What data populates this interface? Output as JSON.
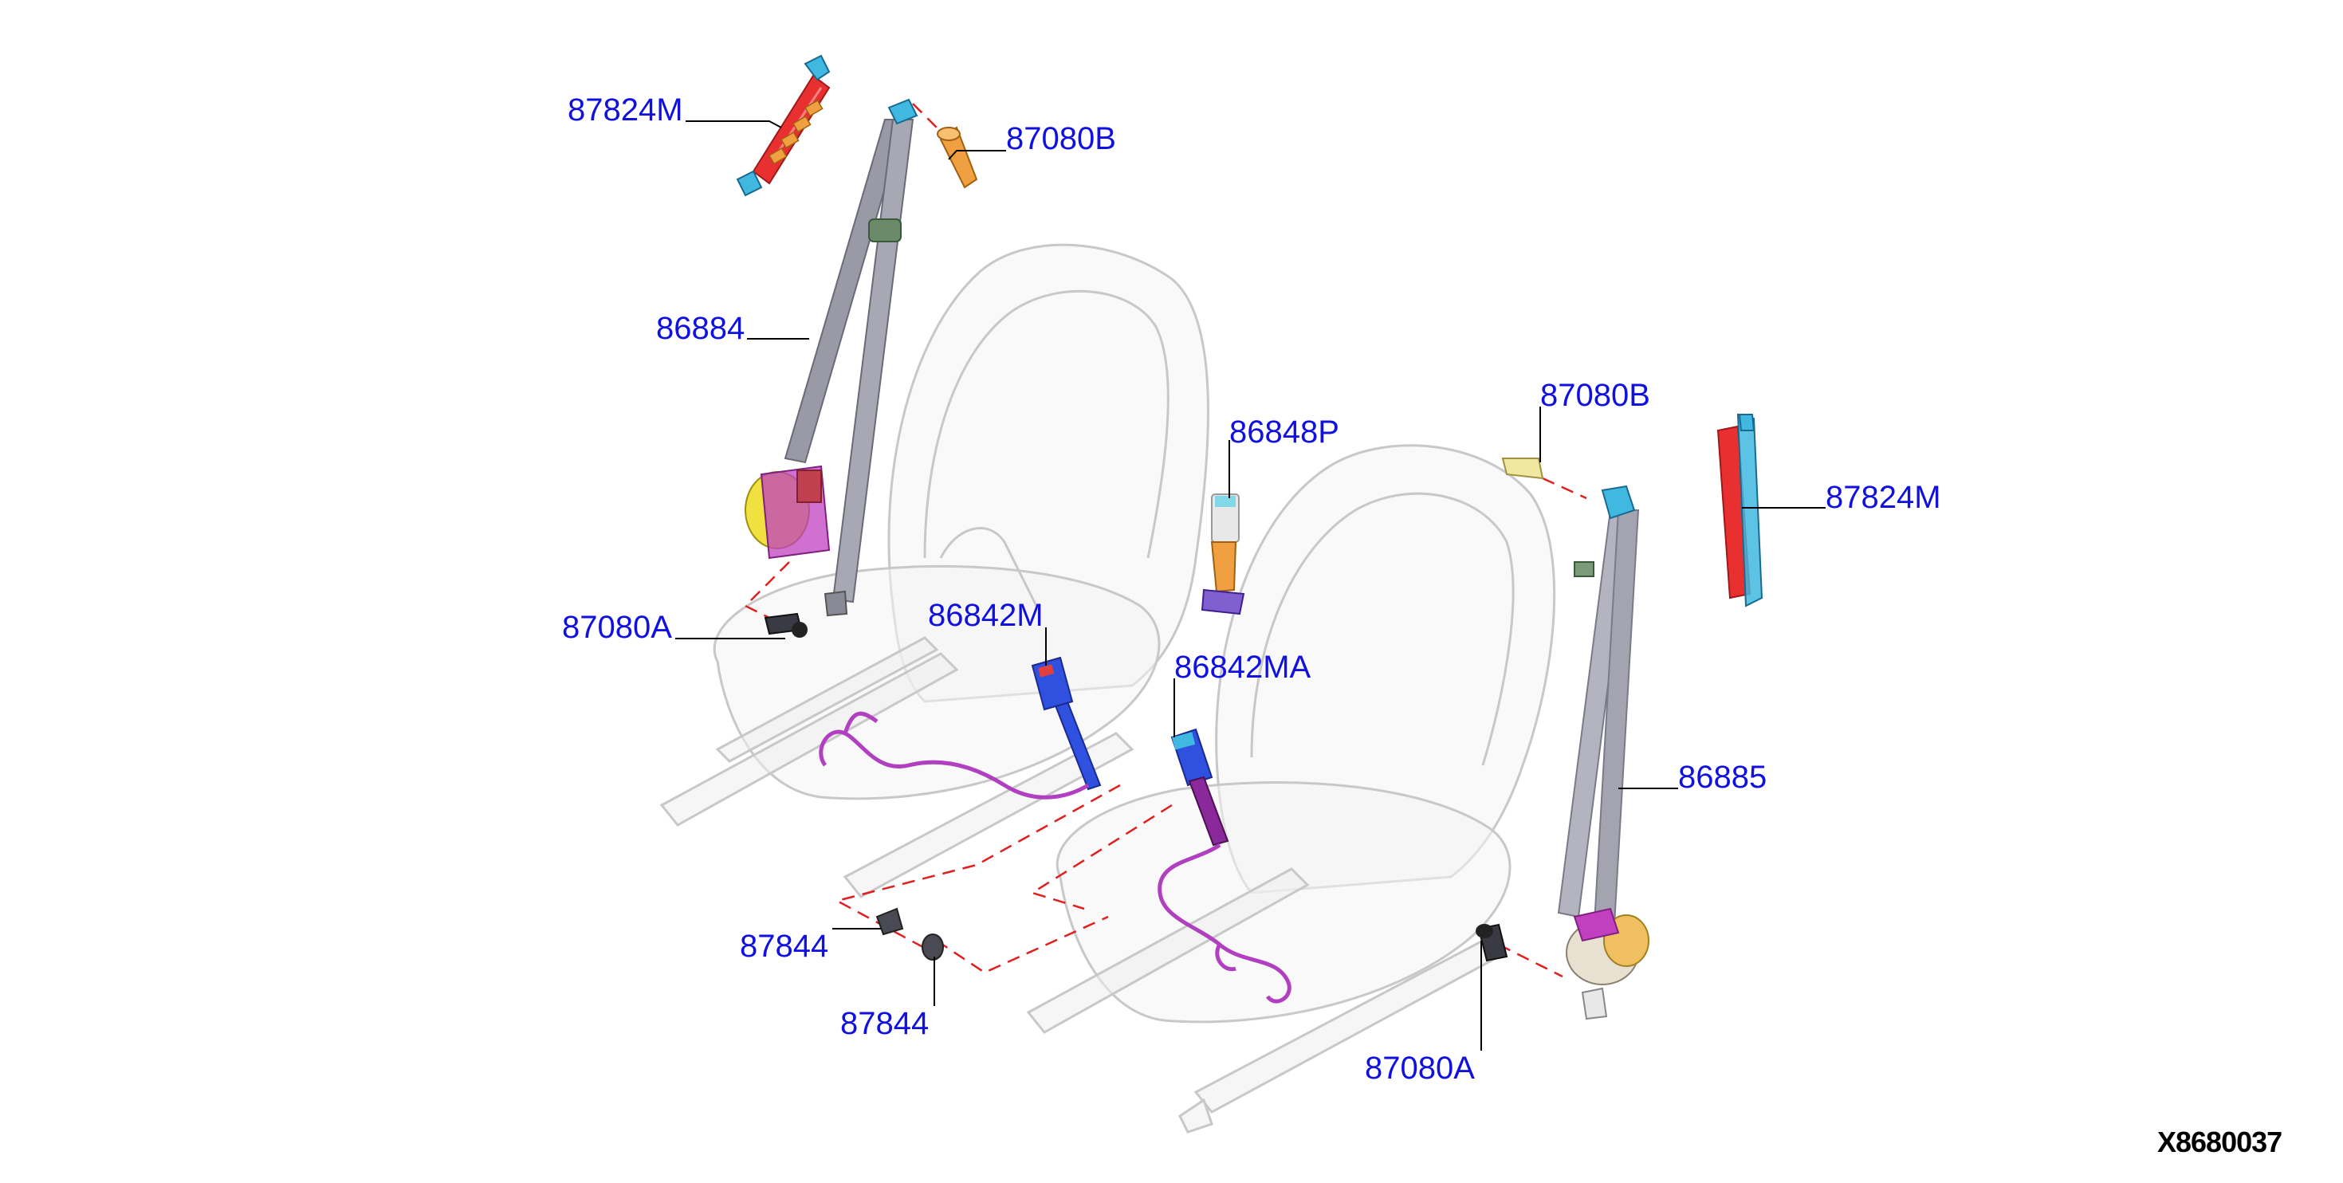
{
  "colors": {
    "label": "#1010e0",
    "leader": "#000000",
    "dash": "#e02020",
    "belt": "#9a9aa6",
    "retractor_magenta": "#c040c0",
    "retractor_yellow": "#f0e040",
    "buckle_blue": "#3050e0",
    "buckle_purple": "#8a2a9a",
    "harness": "#b040c0",
    "guide_red": "#e83030",
    "guide_cyan": "#40b8e0",
    "clip_orange": "#f0a040",
    "seat_outline": "#c8c8c8"
  },
  "callouts": {
    "c1": "87824M",
    "c2": "87080B",
    "c3": "86884",
    "c4": "86848P",
    "c5": "87080B",
    "c6": "87824M",
    "c7": "87080A",
    "c8": "86842M",
    "c9": "86842MA",
    "c10": "86885",
    "c11": "87844",
    "c12": "87844",
    "c13": "87080A"
  },
  "reference_code": "X8680037"
}
